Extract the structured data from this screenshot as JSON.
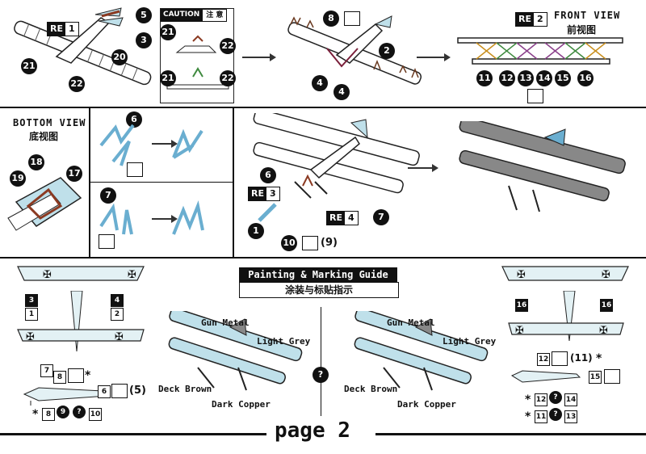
{
  "step1": {
    "re_label": "RE",
    "re_num": "1",
    "callouts": [
      "5",
      "3",
      "20",
      "21",
      "22"
    ],
    "caution_title": "CAUTION",
    "caution_cn": "注 意",
    "caution_callouts": [
      "21",
      "22",
      "21",
      "22"
    ]
  },
  "step2": {
    "callouts": [
      "8",
      "2",
      "4",
      "4"
    ]
  },
  "step3": {
    "title": "FRONT VIEW",
    "title_cn": "前视图",
    "re_label": "RE",
    "re_num": "2",
    "callouts": [
      "11",
      "12",
      "13",
      "14",
      "15",
      "16"
    ]
  },
  "bottom_view": {
    "title": "BOTTOM VIEW",
    "title_cn": "底视图",
    "callouts": [
      "18",
      "19",
      "17"
    ]
  },
  "strut_steps": {
    "callout_a": "6",
    "callout_b": "7"
  },
  "step4": {
    "callout_6": "6",
    "re3_label": "RE",
    "re3_num": "3",
    "callout_1": "1",
    "callout_10": "10",
    "paren_9": "(9)",
    "re4_label": "RE",
    "re4_num": "4",
    "callout_7": "7"
  },
  "painting": {
    "title": "Painting & Marking Guide",
    "title_cn": "涂装与标贴指示",
    "labels": {
      "gun_metal": "Gun Metal",
      "light_grey": "Light Grey",
      "deck_brown": "Deck Brown",
      "dark_copper": "Dark Copper"
    },
    "question_mark": "?"
  },
  "decals_left": {
    "top_squares": [
      "3",
      "4"
    ],
    "mid_squares": [
      "1",
      "2"
    ],
    "side": [
      "7",
      "8",
      "6",
      "(5)"
    ],
    "star": "*",
    "footnote": [
      "*",
      "8",
      "9",
      "10"
    ]
  },
  "decals_right": {
    "squares": [
      "16",
      "16"
    ],
    "side": [
      "12",
      "(11)",
      "15"
    ],
    "star": "*",
    "footnotes": [
      {
        "star": "*",
        "a": "12",
        "b": "14"
      },
      {
        "star": "*",
        "a": "11",
        "b": "13"
      }
    ]
  },
  "footer": {
    "page_label": "page 2"
  },
  "colors": {
    "ink": "#111111",
    "wing_blue": "#bfe0ea",
    "copper": "#8b3a22",
    "strut_green": "#3f8a3f",
    "strut_purple": "#8a3f8a",
    "strut_orange": "#c98f1f"
  }
}
